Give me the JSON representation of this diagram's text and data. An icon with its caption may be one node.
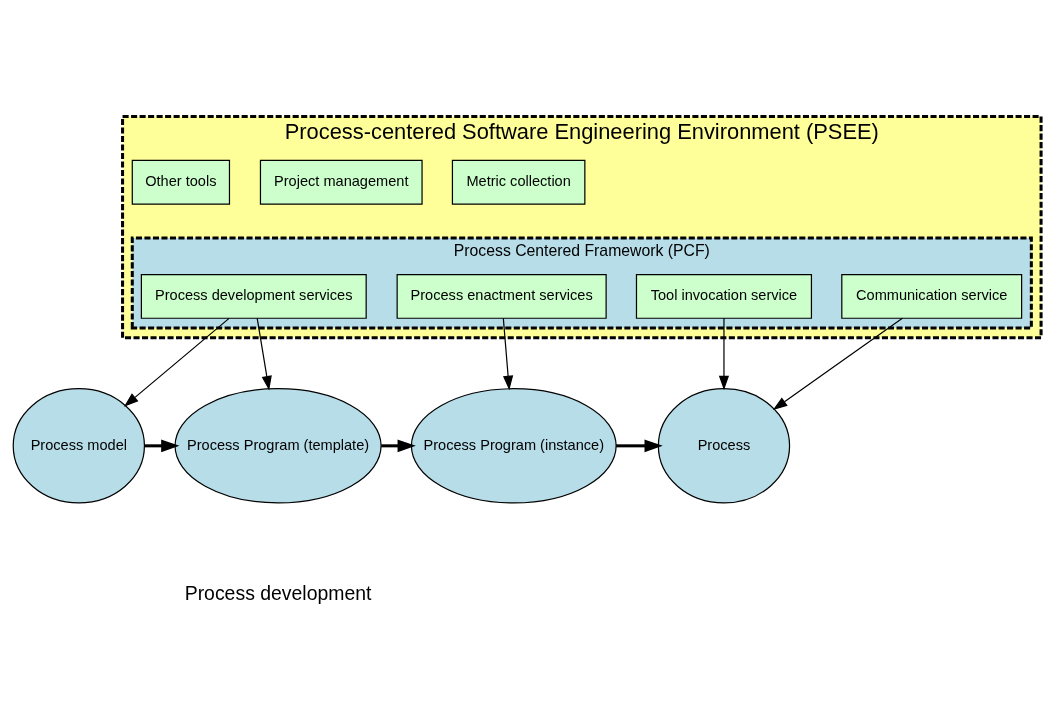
{
  "diagram": {
    "nodes": [
      {
        "text": [
          "Process-centered Software Engineering Environment (PSEE)"
        ]
      },
      {
        "text": [
          "Metric collection"
        ],
        "in": 0
      },
      {
        "text": [
          "Project management"
        ],
        "in": 0
      },
      {
        "text": [
          "Other tools"
        ],
        "in": 0
      },
      {
        "text": [
          "Process Centered Framework (PCF)"
        ],
        "in": 0
      },
      {
        "text": [
          "Process development services"
        ],
        "in": 4
      },
      {
        "text": [
          "Process enactment services"
        ],
        "in": 4
      },
      {
        "text": [
          "Communication service"
        ],
        "in": 4
      },
      {
        "text": [
          "Tool invocation service"
        ],
        "in": 4
      },
      {
        "text": [
          "Process model"
        ]
      },
      {
        "text": [
          "Process Program (template)"
        ]
      },
      {
        "text": [
          "Process Program (instance)"
        ]
      },
      {
        "text": [
          "Process"
        ]
      }
    ],
    "edges": [
      {
        "from": 5,
        "to": 9,
        "arrow": "to"
      },
      {
        "from": 5,
        "to": 10,
        "arrow": "to"
      },
      {
        "from": 6,
        "to": 11,
        "arrow": "to"
      },
      {
        "from": 7,
        "to": 12,
        "arrow": "to"
      },
      {
        "from": 8,
        "to": 12,
        "arrow": "to"
      },
      {
        "from": 9,
        "to": 10,
        "arrow": "to",
        "style": "thick"
      },
      {
        "from": 10,
        "to": 11,
        "arrow": "to",
        "style": "thick"
      },
      {
        "from": 11,
        "to": 12,
        "arrow": "to",
        "style": "thick"
      }
    ],
    "labels": [
      "Process development"
    ]
  }
}
